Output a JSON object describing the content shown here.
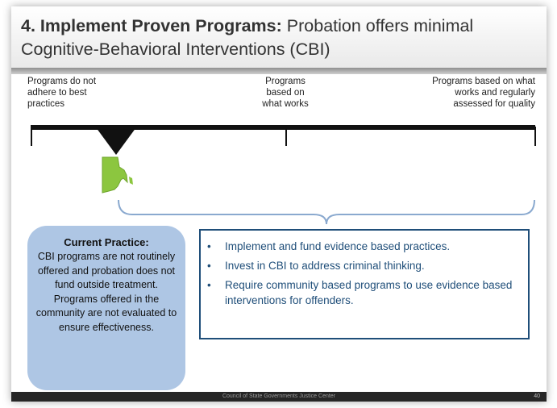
{
  "title": {
    "number_bold": "4. Implement Proven Programs:",
    "rest": "Probation offers minimal Cognitive-Behavioral Interventions (CBI)"
  },
  "scale": {
    "left": [
      "Programs do not",
      "adhere to best",
      "practices"
    ],
    "middle": [
      "Programs",
      "based on",
      "what works"
    ],
    "right": [
      "Programs based on what",
      "works and regularly",
      "assessed for quality"
    ]
  },
  "current_practice": {
    "title": "Current Practice:",
    "body": "CBI programs are not routinely offered and probation does not fund outside treatment. Programs offered in the community are not evaluated to ensure effectiveness."
  },
  "recommendations": [
    "Implement and fund evidence based practices.",
    "Invest in CBI to address criminal thinking.",
    "Require community based programs to use evidence based interventions for offenders."
  ],
  "footer": {
    "text": "Council of State Governments Justice Center",
    "page": "40"
  },
  "colors": {
    "accent_blue": "#1f4e79",
    "practice_bg": "#aec6e4",
    "ri_green": "#8cc63f"
  }
}
